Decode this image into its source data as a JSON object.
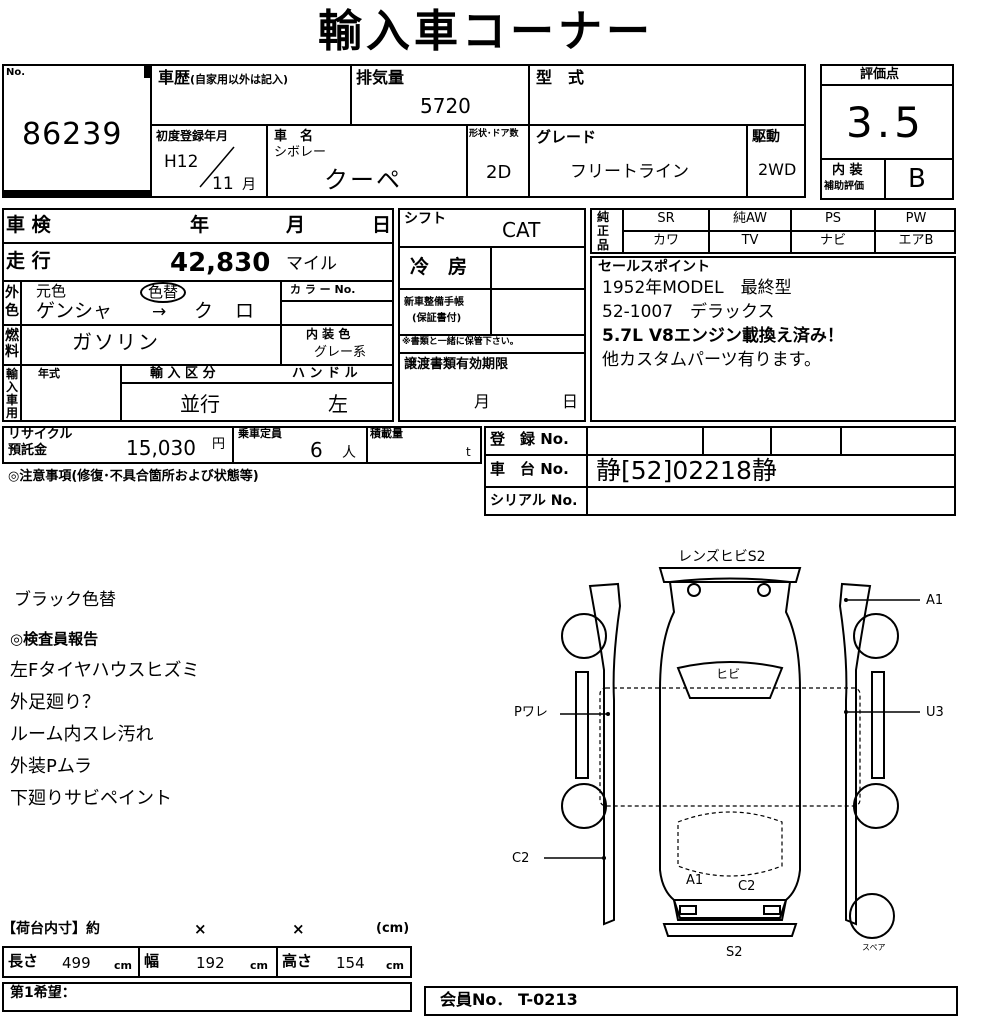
{
  "title": "輸入車コーナー",
  "header": {
    "no_label": "No.",
    "no_value": "86239",
    "history_label": "車歴",
    "history_note": "(自家用以外は記入)",
    "displacement_label": "排気量",
    "displacement_value": "5720",
    "model_label": "型　式",
    "first_reg_label": "初度登録年月",
    "first_reg_era": "H12",
    "first_reg_month": "11",
    "month_suffix": "月",
    "car_name_label": "車　名",
    "maker": "シボレー",
    "body_type": "クーペ",
    "shape_doors_label": "形状･ドア数",
    "doors": "2D",
    "grade_label": "グレード",
    "grade_value": "フリートライン",
    "drive_label": "駆動",
    "drive_value": "2WD",
    "score_label": "評価点",
    "score_value": "3.5",
    "interior_label": "内 装",
    "interior_sub": "補助評価",
    "interior_value": "B"
  },
  "specs": {
    "inspection_label": "車 検",
    "year_label": "年",
    "month_label": "月",
    "day_label": "日",
    "mileage_label": "走 行",
    "mileage_value": "42,830",
    "mileage_unit": "マイル",
    "exterior_label": "外色",
    "original_color_label": "元色",
    "repainted": "色替",
    "original_color": "ゲンシャ",
    "arrow": "→",
    "new_color": "ク ロ",
    "color_no_label": "カ ラ ー No.",
    "fuel_label": "燃料",
    "fuel_value": "ガソリン",
    "interior_color_label": "内 装 色",
    "interior_color_value": "グレー系",
    "import_label": "輸入車用",
    "import_year_label": "年式",
    "import_type_label": "輸 入 区 分",
    "import_type_value": "並行",
    "handle_label": "ハ ン ド ル",
    "handle_value": "左",
    "shift_label": "シフト",
    "shift_value": "CAT",
    "ac_label": "冷　房",
    "maint_label": "新車整備手帳",
    "maint_sub": "(保証書付)",
    "maint_note": "※書類と一緒に保管下さい。",
    "transfer_label": "譲渡書類有効期限",
    "transfer_month": "月",
    "transfer_day": "日",
    "recycle_label": "リサイクル",
    "recycle_sub": "預託金",
    "recycle_value": "15,030",
    "yen": "円",
    "capacity_label": "乗車定員",
    "capacity_value": "6",
    "person": "人",
    "load_label": "積載量",
    "load_unit": "t"
  },
  "genuine": {
    "label": "純正品",
    "row1": [
      "SR",
      "純AW",
      "PS",
      "PW"
    ],
    "row2": [
      "カワ",
      "TV",
      "ナビ",
      "エアB"
    ]
  },
  "sales_points": {
    "label": "セールスポイント",
    "lines": [
      "1952年MODEL　最終型",
      "52-1007　デラックス",
      "5.7L V8エンジン載換え済み！",
      "他カスタムパーツ有ります。"
    ]
  },
  "registration": {
    "reg_no_label": "登　録 No.",
    "chassis_label": "車　台 No.",
    "chassis_value": "静[52]02218静",
    "serial_label": "シリアル No."
  },
  "notes_heading": "◎注意事項(修復･不具合箇所および状態等)",
  "notes": {
    "color_change": "ブラック色替",
    "inspector_heading": "◎検査員報告",
    "items": [
      "左Fタイヤハウスヒズミ",
      "外足廻り？",
      "ルーム内スレ汚れ",
      "外装Pムラ",
      "下廻りサビペイント"
    ]
  },
  "diagram": {
    "top_label": "レンズヒビS2",
    "a1_right": "A1",
    "u3_right": "U3",
    "p_label": "Pワレ",
    "hibi_label": "ヒビ",
    "c2_left": "C2",
    "a1_bottom": "A1",
    "c2_bottom": "C2",
    "s2_bottom": "S2",
    "spare_label": "スペア"
  },
  "cargo": {
    "heading": "【荷台内寸】約",
    "x1": "×",
    "x2": "×",
    "unit": "(cm)",
    "length_label": "長さ",
    "length_value": "499",
    "width_label": "幅",
    "width_value": "192",
    "height_label": "高さ",
    "height_value": "154",
    "cm": "cm"
  },
  "bottom": {
    "hope_label": "第1希望：",
    "member_label": "会員No．",
    "member_value": "T-0213"
  }
}
